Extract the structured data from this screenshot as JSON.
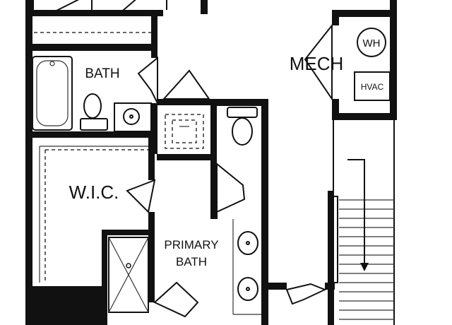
{
  "rooms": {
    "bath": "BATH",
    "mech": "MECH",
    "wic": "W.I.C.",
    "primary_bath_line1": "PRIMARY",
    "primary_bath_line2": "BATH"
  },
  "fixtures": {
    "water_heater": "WH",
    "hvac": "HVAC"
  }
}
